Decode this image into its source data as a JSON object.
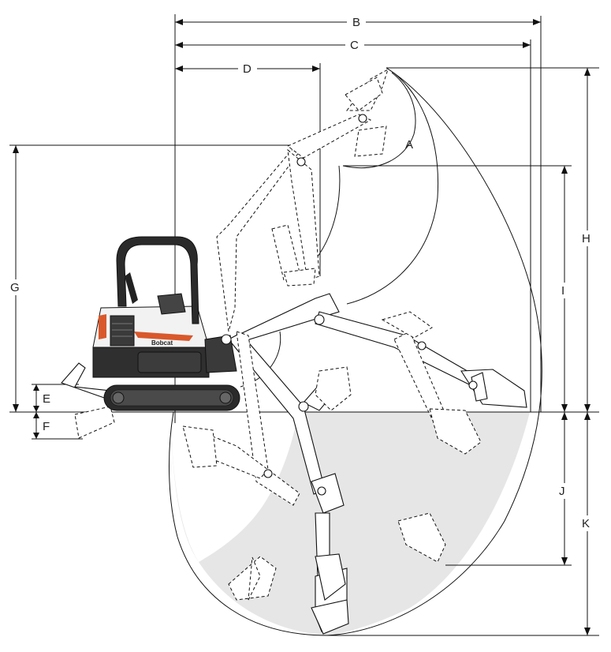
{
  "diagram": {
    "dimension_labels": {
      "A": "A",
      "B": "B",
      "C": "C",
      "D": "D",
      "E": "E",
      "F": "F",
      "G": "G",
      "H": "H",
      "I": "I",
      "J": "J",
      "K": "K"
    },
    "machine_brand": "Bobcat",
    "colors": {
      "line": "#111111",
      "dig_zone_fill": "#e6e6e6",
      "brand_accent": "#d9582b",
      "body_dark": "#2f2f2f",
      "body_light": "#f2f2f2"
    }
  }
}
